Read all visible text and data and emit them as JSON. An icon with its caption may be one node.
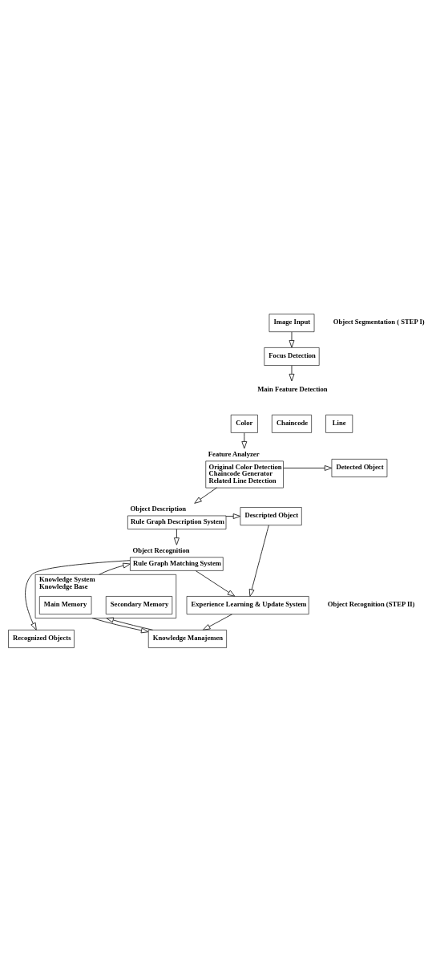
{
  "diagram": {
    "nodes": [
      {
        "text": [
          "Image Input"
        ]
      },
      {
        "text": [
          "Focus Detection"
        ]
      },
      {
        "text": [
          "Main Feature Detection"
        ]
      },
      {
        "text": [
          "Color"
        ]
      },
      {
        "text": [
          "Chaincode"
        ]
      },
      {
        "text": [
          "Line"
        ]
      },
      {
        "text": [
          "Feature Analyzer",
          "Original Color Detection",
          "Chaincode Generator",
          "Related Line Detection"
        ]
      },
      {
        "text": [
          "Detected Object"
        ]
      },
      {
        "text": [
          "Object Description",
          "Rule Graph Description System"
        ]
      },
      {
        "text": [
          "Descripted Object"
        ]
      },
      {
        "text": [
          "Object Recognition",
          "Rule Graph Matching System"
        ]
      },
      {
        "text": [
          "Experience Learning & Update System"
        ]
      },
      {
        "text": [
          "Knowledge Manajemen"
        ]
      },
      {
        "text": [
          "Knowledge System",
          "Knowledge Base"
        ]
      },
      {
        "text": [
          "Main Memory"
        ],
        "in": 13
      },
      {
        "text": [
          "Secondary Memory"
        ],
        "in": 13
      },
      {
        "text": [
          "Recognized Objects"
        ]
      }
    ],
    "edges": [
      {
        "from": 0,
        "to": 1,
        "arrow": "to"
      },
      {
        "from": 1,
        "to": 2,
        "arrow": "to"
      },
      {
        "from": 3,
        "to": 6,
        "arrow": "to"
      },
      {
        "from": 6,
        "to": 7,
        "arrow": "to"
      },
      {
        "from": 6,
        "to": 8,
        "arrow": "to"
      },
      {
        "from": 8,
        "to": 9,
        "arrow": "to"
      },
      {
        "from": 8,
        "to": 10,
        "arrow": "to"
      },
      {
        "from": 9,
        "to": 11,
        "arrow": "to"
      },
      {
        "from": 10,
        "to": 11,
        "arrow": "to"
      },
      {
        "from": 11,
        "to": 12,
        "arrow": "to"
      },
      {
        "from": 12,
        "to": 13,
        "arrow": "to"
      },
      {
        "from": 13,
        "to": 12,
        "arrow": "to"
      },
      {
        "from": 13,
        "to": 10,
        "arrow": "to"
      },
      {
        "from": 10,
        "to": 16,
        "arrow": "to"
      }
    ],
    "labels": [
      "Object Segmentation ( STEP I)",
      "Object Recognition (STEP II)"
    ]
  }
}
